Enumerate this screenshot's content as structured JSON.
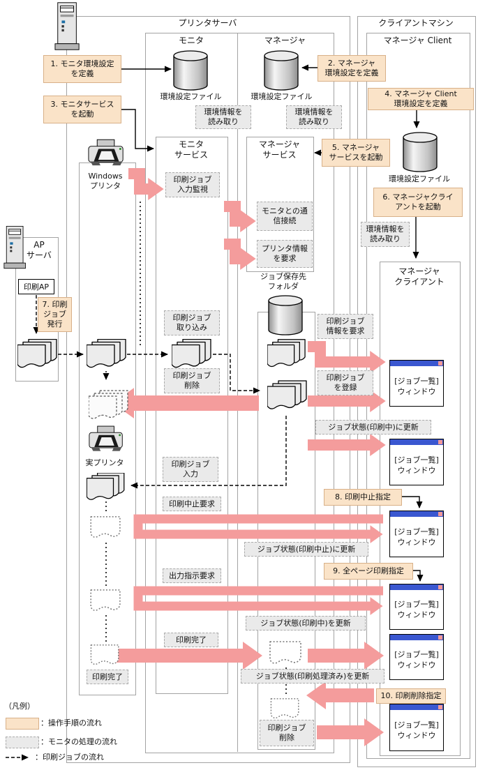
{
  "titles": {
    "printer_server": "プリンタサーバ",
    "client_machine": "クライアントマシン",
    "monitor": "モニタ",
    "manager": "マネージャ",
    "manager_client": "マネージャ Client",
    "monitor_service": "モニタ\nサービス",
    "manager_service": "マネージャ\nサービス",
    "manager_client_app": "マネージャ\nクライアント",
    "ap_server": "AP\nサーバ",
    "print_ap": "印刷AP",
    "windows_printer": "Windows\nプリンタ",
    "real_printer": "実プリンタ",
    "config_file": "環境設定ファイル",
    "job_folder": "ジョブ保存先\nフォルダ"
  },
  "steps": {
    "s1": "1. モニタ環境設定\nを定義",
    "s2": "2. マネージャ\n環境設定を定義",
    "s3": "3. モニタサービス\nを起動",
    "s4": "4. マネージャ Client\n環境設定を定義",
    "s5": "5. マネージャ\nサービスを起動",
    "s6": "6. マネージャクライ\nアントを起動",
    "s7": "7. 印刷\nジョブ\n発行",
    "s8": "8. 印刷中止指定",
    "s9": "9. 全ページ印刷指定",
    "s10": "10. 印刷削除指定"
  },
  "procs": {
    "read_env": "環境情報を\n読み取り",
    "watch_input": "印刷ジョブ\n入力監視",
    "connect_monitor": "モニタとの通\n信接続",
    "request_printer_info": "プリンタ情報\nを要求",
    "job_capture": "印刷ジョブ\n取り込み",
    "job_delete": "印刷ジョブ\n削除",
    "request_job_info": "印刷ジョブ\n情報を要求",
    "register_job": "印刷ジョブ\nを登録",
    "status_printing_in": "ジョブ状態(印刷中)に更新",
    "job_input": "印刷ジョブ\n入力",
    "cancel_request": "印刷中止要求",
    "status_canceled": "ジョブ状態(印刷中止)に更新",
    "output_request": "出力指示要求",
    "status_printing_wo": "ジョブ状態(印刷中)を更新",
    "print_done": "印刷完了",
    "status_processed": "ジョブ状態(印刷処理済み)を更新"
  },
  "window": {
    "label": "[ジョブ一覧]\nウィンドウ"
  },
  "legend": {
    "title": "（凡例）",
    "op_flow": "：操作手順の流れ",
    "monitor_flow": "：モニタの処理の流れ",
    "job_flow": "：印刷ジョブの流れ"
  },
  "colors": {
    "step_fill": "#FAE3C8",
    "step_border": "#D8B088",
    "process_fill": "#EAEAEA",
    "process_border": "#ABABAB",
    "arrow_pink": "#F49C9C",
    "window_titlebar": "#3A57D0",
    "window_close": "#F29999"
  }
}
